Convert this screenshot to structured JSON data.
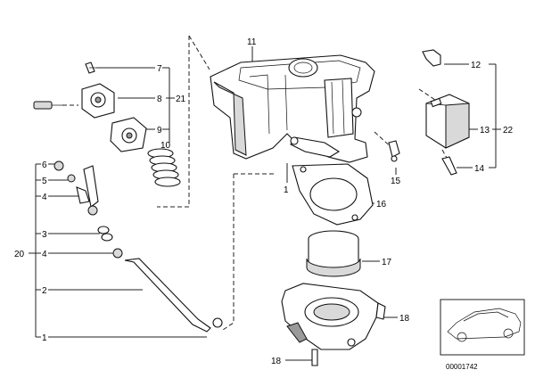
{
  "callouts": [
    {
      "id": "c11",
      "text": "11"
    },
    {
      "id": "c7",
      "text": "7"
    },
    {
      "id": "c8a",
      "text": "8"
    },
    {
      "id": "c21",
      "text": "21"
    },
    {
      "id": "c9",
      "text": "9"
    },
    {
      "id": "c10",
      "text": "10"
    },
    {
      "id": "c12",
      "text": "12"
    },
    {
      "id": "c13",
      "text": "13"
    },
    {
      "id": "c22",
      "text": "22"
    },
    {
      "id": "c14",
      "text": "14"
    },
    {
      "id": "c15",
      "text": "15"
    },
    {
      "id": "c1a",
      "text": "1"
    },
    {
      "id": "c16",
      "text": "16"
    },
    {
      "id": "c17",
      "text": "17"
    },
    {
      "id": "c18a",
      "text": "18"
    },
    {
      "id": "c18b",
      "text": "18"
    },
    {
      "id": "c6",
      "text": "6"
    },
    {
      "id": "c5",
      "text": "5"
    },
    {
      "id": "c4a",
      "text": "4"
    },
    {
      "id": "c3",
      "text": "3"
    },
    {
      "id": "c20",
      "text": "20"
    },
    {
      "id": "c4b",
      "text": "4"
    },
    {
      "id": "c2",
      "text": "2"
    },
    {
      "id": "c1b",
      "text": "1"
    }
  ],
  "diagram_id": "00001742"
}
